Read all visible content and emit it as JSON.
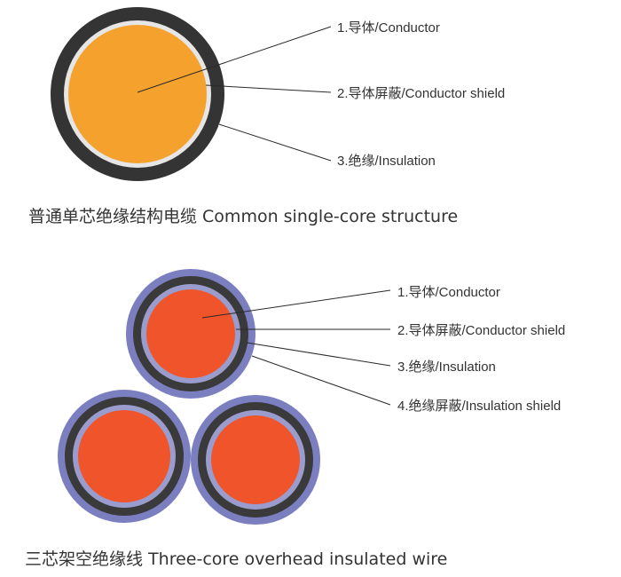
{
  "colors": {
    "single_outer": "#343434",
    "single_shield": "#e6e6e6",
    "single_conductor": "#f4a22d",
    "three_outer": "#7b7fc0",
    "three_insulation": "#3a3a3a",
    "three_shield": "#9a9ccd",
    "three_conductor": "#f0542a",
    "leader": "#2a2a2a"
  },
  "single_core": {
    "labels": [
      "1.导体/Conductor",
      "2.导体屏蔽/Conductor shield",
      "3.绝缘/Insulation"
    ],
    "caption": "普通单芯绝缘结构电缆 Common single-core structure"
  },
  "three_core": {
    "labels": [
      "1.导体/Conductor",
      "2.导体屏蔽/Conductor shield",
      "3.绝缘/Insulation",
      "4.绝缘屏蔽/Insulation shield"
    ],
    "caption": "三芯架空绝缘线 Three-core overhead insulated wire"
  }
}
